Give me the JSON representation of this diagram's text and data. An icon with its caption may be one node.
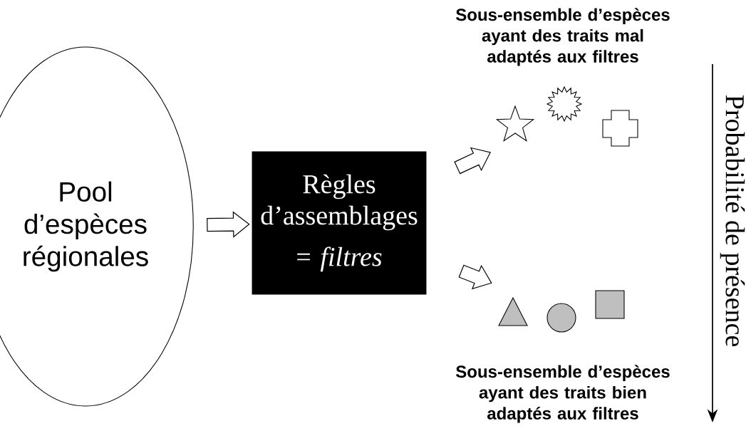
{
  "diagram": {
    "nodes": [
      {
        "text": [
          "Pool d’espèces régionales"
        ]
      },
      {
        "text": [
          "Règles d’assemblages",
          "= *filtres*"
        ]
      },
      {
        "text": [],
        "shape": "picture",
        "beside": [
          "Sous-ensemble d’espèces ayant des traits mal adaptés aux filtres"
        ]
      },
      {
        "text": [],
        "shape": "picture",
        "beside": [
          "Sous-ensemble d’espèces ayant des traits bien adaptés aux filtres"
        ]
      }
    ],
    "edges": [
      {
        "from": 0,
        "to": 1,
        "arrow": "to"
      },
      {
        "from": 1,
        "to": 2,
        "arrow": "to"
      },
      {
        "from": 1,
        "to": 3,
        "arrow": "to"
      }
    ],
    "labels": [
      "Probabilité de présence"
    ]
  }
}
